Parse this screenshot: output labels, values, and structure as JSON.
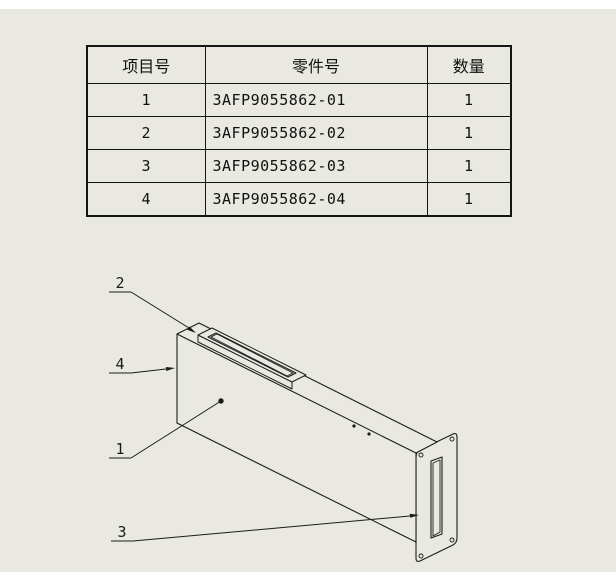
{
  "window": {
    "background": "#e9e9e1",
    "top_strip_color": "#ffffff"
  },
  "bom_table": {
    "headers": {
      "item_no": "项目号",
      "part_no": "零件号",
      "qty": "数量"
    },
    "rows": [
      {
        "item_no": "1",
        "part_no": "3AFP9055862-01",
        "qty": "1"
      },
      {
        "item_no": "2",
        "part_no": "3AFP9055862-02",
        "qty": "1"
      },
      {
        "item_no": "3",
        "part_no": "3AFP9055862-03",
        "qty": "1"
      },
      {
        "item_no": "4",
        "part_no": "3AFP9055862-04",
        "qty": "1"
      }
    ]
  },
  "balloons": [
    {
      "label": "2"
    },
    {
      "label": "4"
    },
    {
      "label": "1"
    },
    {
      "label": "3"
    }
  ],
  "drawing": {
    "type": "isometric-part-view",
    "line_color": "#1c1c1c",
    "parts": [
      "tube-body",
      "slot-rim-cover",
      "end-flange",
      "side-end-plate"
    ]
  }
}
